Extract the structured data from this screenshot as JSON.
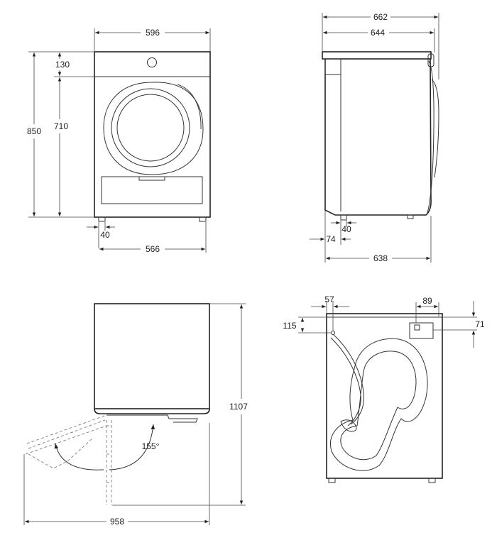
{
  "dimensions": {
    "front_width": "596",
    "front_height_total": "850",
    "front_top_panel": "130",
    "front_door_height": "710",
    "front_foot_offset": "40",
    "front_foot_span": "566",
    "side_total_depth": "662",
    "side_body_depth": "644",
    "side_foot_offset": "40",
    "side_rear_offset": "74",
    "side_foot_depth": "638",
    "open_height": "1107",
    "door_open_angle": "155°",
    "open_width": "958",
    "rear_hose_x": "57",
    "rear_hose_y": "115",
    "rear_port_width": "89",
    "rear_port_y": "71"
  }
}
